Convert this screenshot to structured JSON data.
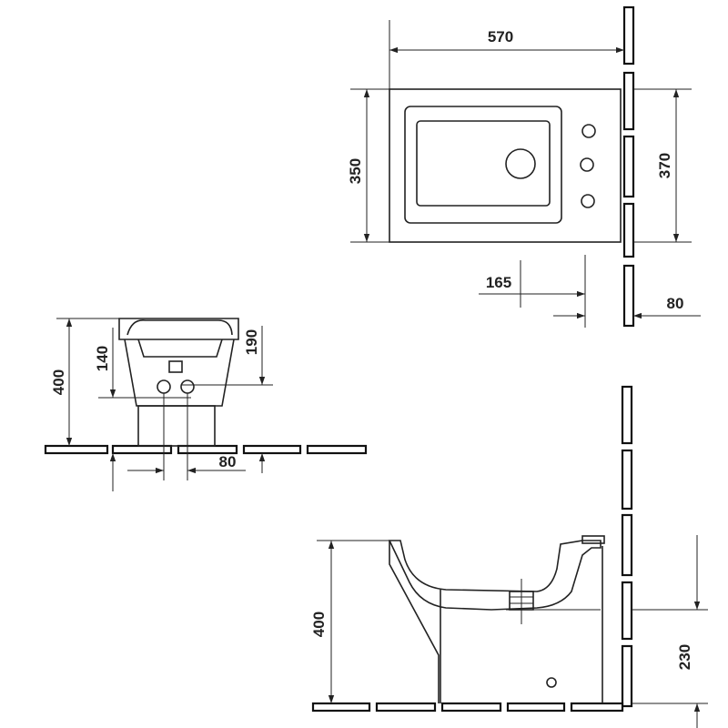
{
  "top_view": {
    "width_label": "570",
    "depth_label": "350",
    "wall_height_label": "370",
    "offset_label": "165",
    "wall_gap_label": "80"
  },
  "front_view": {
    "height_label": "400",
    "inlet_height_label": "140",
    "outlet_height_label": "190",
    "spacing_label": "80"
  },
  "side_view": {
    "height_label": "400",
    "outlet_height_label": "230"
  }
}
